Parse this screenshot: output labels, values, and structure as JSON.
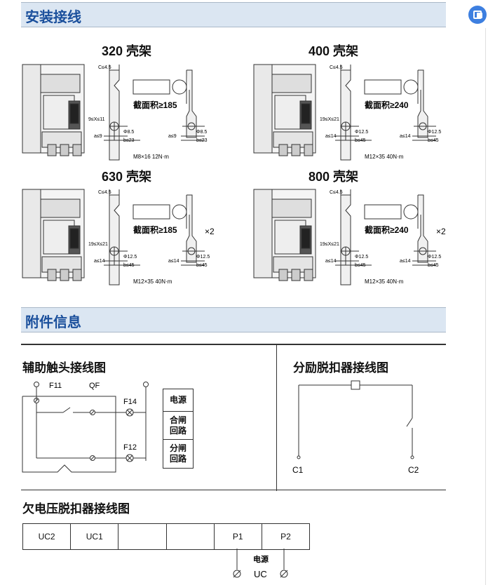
{
  "sections": {
    "install": "安装接线",
    "accessory": "附件信息"
  },
  "frames": [
    {
      "title": "320 壳架",
      "c_label": "C≤4.5",
      "x_label": "9≤X≤11",
      "a_label": "a≤9",
      "phi": "Φ8.5",
      "b": "b≤23",
      "a2": "a≤9",
      "phi2": "Φ8.5",
      "b2": "b≤23",
      "area": "截面积≥185",
      "torque": "M8×16 12N·m",
      "mult": ""
    },
    {
      "title": "400 壳架",
      "c_label": "C≤4.5",
      "x_label": "19≤X≤21",
      "a_label": "a≤14",
      "phi": "Φ12.5",
      "b": "b≤45",
      "a2": "a≤14",
      "phi2": "Φ12.5",
      "b2": "b≤45",
      "area": "截面积≥240",
      "torque": "M12×35 40N·m",
      "mult": ""
    },
    {
      "title": "630 壳架",
      "c_label": "C≤4.5",
      "x_label": "19≤X≤21",
      "a_label": "a≤14",
      "phi": "Φ12.5",
      "b": "b≤45",
      "a2": "a≤14",
      "phi2": "Φ12.5",
      "b2": "b≤45",
      "area": "截面积≥185",
      "torque": "M12×35 40N·m",
      "mult": "×2"
    },
    {
      "title": "800 壳架",
      "c_label": "C≤4.5",
      "x_label": "19≤X≤21",
      "a_label": "a≤14",
      "phi": "Φ12.5",
      "b": "b≤45",
      "a2": "a≤14",
      "phi2": "Φ12.5",
      "b2": "b≤45",
      "area": "截面积≥240",
      "torque": "M12×35 40N·m",
      "mult": "×2"
    }
  ],
  "aux": {
    "title": "辅助触头接线图",
    "f11": "F11",
    "qf": "QF",
    "f14": "F14",
    "f12": "F12",
    "legend": [
      "电源",
      "合闸\n回路",
      "分闸\n回路"
    ]
  },
  "shunt": {
    "title": "分励脱扣器接线图",
    "c1": "C1",
    "c2": "C2"
  },
  "uv": {
    "title": "欠电压脱扣器接线图",
    "cells": [
      "UC2",
      "UC1",
      "",
      "",
      "P1",
      "P2"
    ],
    "power": "电源",
    "uc": "UC"
  }
}
